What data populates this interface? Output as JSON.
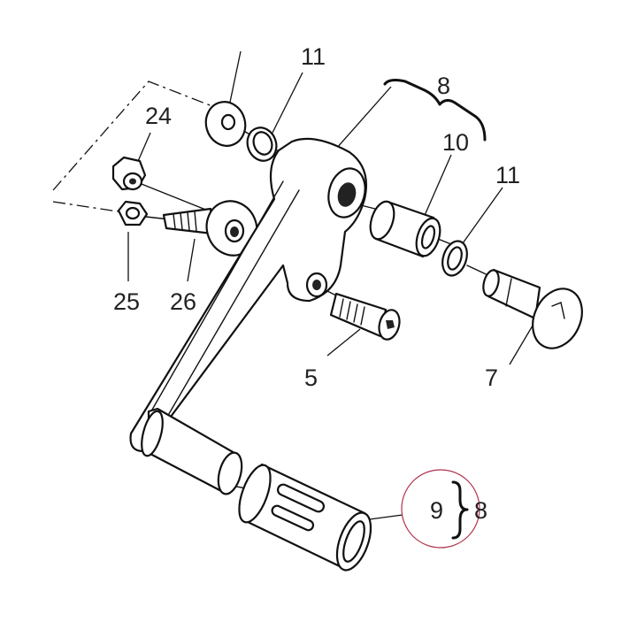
{
  "callouts": {
    "part_11_top": "11",
    "part_8_top": "8",
    "part_24": "24",
    "part_10": "10",
    "part_11_right": "11",
    "part_25": "25",
    "part_26": "26",
    "part_5": "5",
    "part_7": "7",
    "part_9": "9",
    "part_8_bottom": "8"
  },
  "highlight": {
    "color": "#b0304a"
  }
}
